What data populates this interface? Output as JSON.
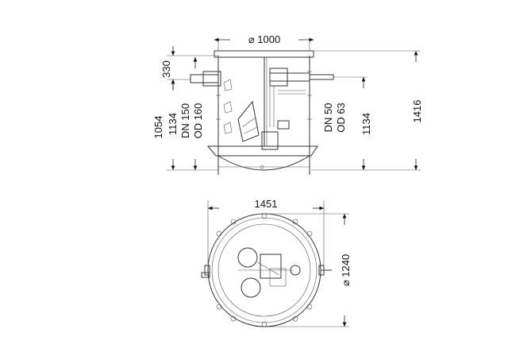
{
  "side_view": {
    "diameter_label": "⌀ 1000",
    "inlet_depth_label": "330",
    "inlet_to_bottom_label": "1134",
    "inlet_pipe_label_1": "DN 150",
    "inlet_pipe_label_2": "OD 160",
    "pump_height_label": "1054",
    "outlet_pipe_label_1": "DN 50",
    "outlet_pipe_label_2": "OD 63",
    "outlet_to_bottom_label": "1134",
    "total_height_label": "1416"
  },
  "top_view": {
    "width_label": "1451",
    "diameter_label": "⌀ 1240"
  }
}
